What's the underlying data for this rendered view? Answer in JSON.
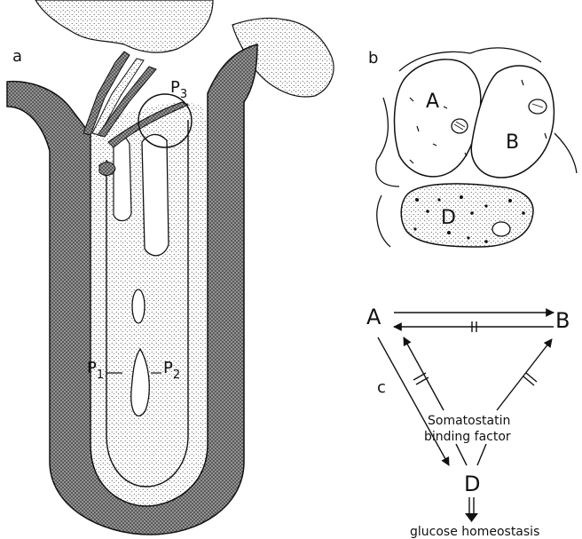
{
  "panel_a": {
    "label": "a",
    "p1": "P",
    "p1_sub": "1",
    "p2": "P",
    "p2_sub": "2",
    "p3": "P",
    "p3_sub": "3"
  },
  "panel_b": {
    "label": "b",
    "cell_a": "A",
    "cell_b": "B",
    "cell_d": "D"
  },
  "panel_c": {
    "label": "c",
    "node_a": "A",
    "node_b": "B",
    "node_d": "D",
    "factor_line1": "Somatostatin",
    "factor_line2": "binding factor",
    "outcome": "glucose homeostasis"
  }
}
